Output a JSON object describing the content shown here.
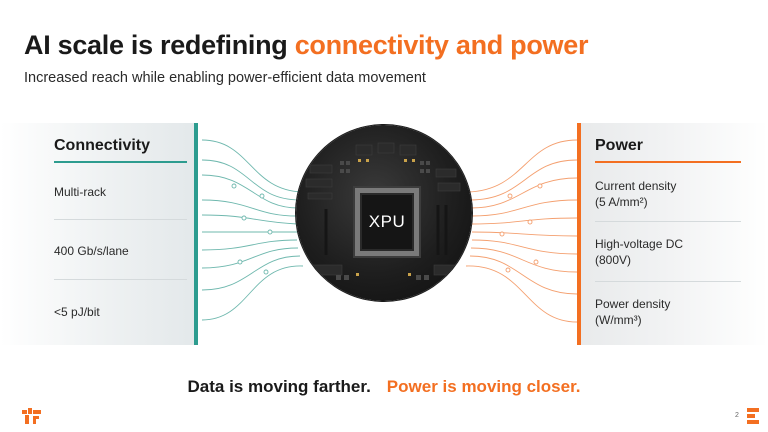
{
  "slide": {
    "title_main": "AI scale is redefining ",
    "title_accent": "connectivity and power",
    "subtitle": "Increased reach while enabling power-efficient data movement",
    "page_number": "2"
  },
  "connectivity": {
    "heading": "Connectivity",
    "items": [
      "Multi-rack",
      "400 Gb/s/lane",
      "<5 pJ/bit"
    ]
  },
  "power": {
    "heading": "Power",
    "items": [
      {
        "line1": "Current density",
        "line2": "(5 A/mm²)"
      },
      {
        "line1": "High-voltage DC",
        "line2": "(800V)"
      },
      {
        "line1": "Power density",
        "line2": "(W/mm³)"
      }
    ]
  },
  "chip": {
    "label": "XPU"
  },
  "tagline": {
    "left": "Data is moving farther.",
    "right": "Power is moving closer."
  },
  "colors": {
    "accent_orange": "#f36f21",
    "accent_teal": "#2d9c8f",
    "text_dark": "#1a1a1a"
  }
}
